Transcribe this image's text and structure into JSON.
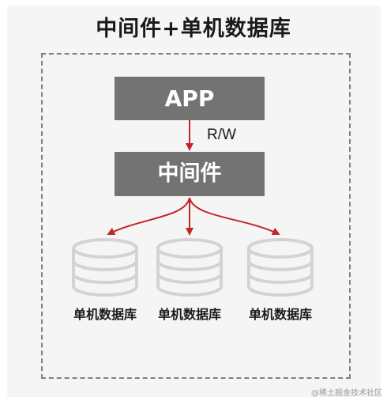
{
  "title": "中间件+单机数据库",
  "app_label": "APP",
  "rw_label": "R/W",
  "middleware_label": "中间件",
  "databases": [
    {
      "label": "单机数据库"
    },
    {
      "label": "单机数据库"
    },
    {
      "label": "单机数据库"
    }
  ],
  "watermark": "@稀土掘金技术社区",
  "colors": {
    "box": "#737373",
    "arrow": "#c0262b",
    "database_icon": "#d3d3d3"
  },
  "icons": [
    "database-icon"
  ]
}
